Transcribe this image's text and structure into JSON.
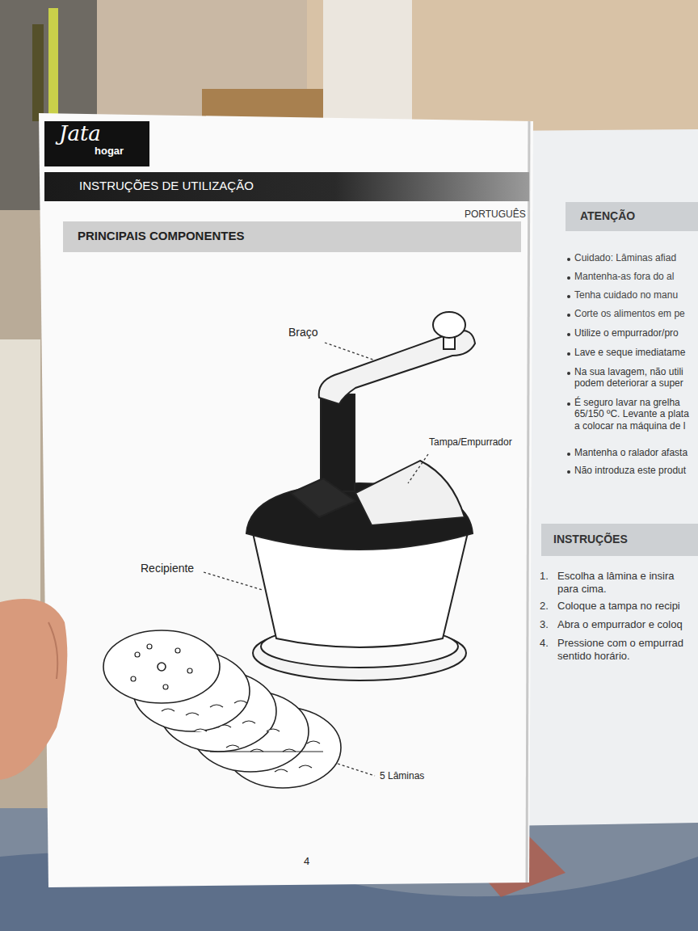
{
  "diagram": {
    "title": "INSTRUÇÕES DE UTILIZAÇÃO",
    "nodes": [
      {
        "text": [
          "Jata",
          "hogar"
        ]
      },
      {
        "text": [
          "INSTRUÇÕES DE UTILIZAÇÃO"
        ]
      },
      {
        "text": [
          "PRINCIPAIS COMPONENTES"
        ]
      },
      {
        "text": [
          "ATENÇÃO"
        ]
      },
      {
        "text": [
          "INSTRUÇÕES"
        ]
      }
    ],
    "labels": [
      "PORTUGUÊS",
      "Braço",
      "Tampa/Empurrador",
      "Recipiente",
      "5 Lâminas",
      "4",
      "Cuidado: Lâminas afiad",
      "Mantenha-as fora do al",
      "Tenha cuidado no manu",
      "Corte os alimentos em pe",
      "Utilize o empurrador/pro",
      "Lave e seque imediatame",
      "Na sua lavagem, não utili podem deteriorar a super",
      "É seguro lavar na grelha 65/150 ºC. Levante a plata a colocar na máquina de l",
      "Mantenha o ralador afasta",
      "Não introduza este produt",
      "1.",
      "Escolha a lâmina e insira para cima.",
      "2.",
      "Coloque a tampa no recipi",
      "3.",
      "Abra o empurrador e coloq",
      "4.",
      "Pressione com o empurrad sentido horário."
    ]
  }
}
